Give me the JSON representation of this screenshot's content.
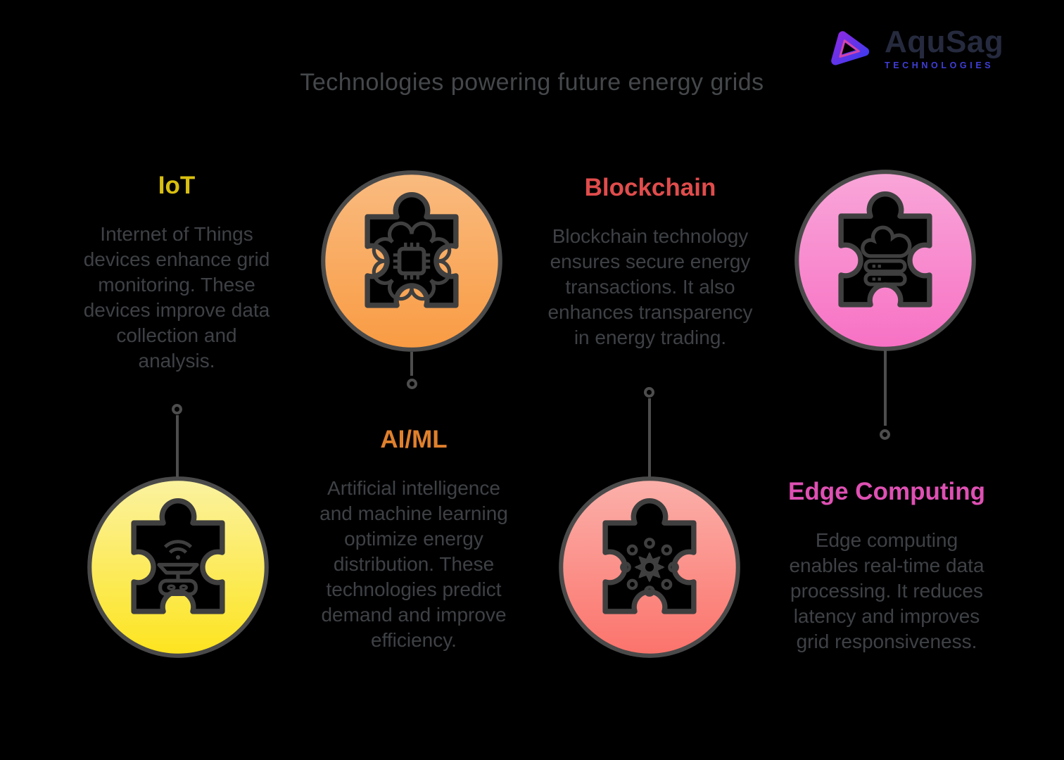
{
  "page": {
    "title": "Technologies powering future energy grids",
    "background_color": "#000000"
  },
  "logo": {
    "name": "AquSag",
    "subtitle": "TECHNOLOGIES",
    "name_color": "#262A3E",
    "subtitle_color": "#3F3ED8",
    "mark": "aqusag-triangle-mark",
    "mark_gradient": {
      "from": "#8A2BE2",
      "to": "#3B3BEF",
      "accent": "#E8489E"
    }
  },
  "sections": [
    {
      "id": "iot",
      "heading": "IoT",
      "heading_color": "#D9BF10",
      "body": "Internet of Things\ndevices enhance grid\nmonitoring. These\ndevices improve data\ncollection and\nanalysis.",
      "icon": "iot-device-icon",
      "circle_gradient": {
        "top": "#FBF2A0",
        "bottom": "#FDE41E"
      }
    },
    {
      "id": "ai-ml",
      "heading": "AI/ML",
      "heading_color": "#E0802D",
      "body": "Artificial intelligence\nand machine learning\noptimize energy\ndistribution. These\ntechnologies predict\ndemand and improve\nefficiency.",
      "icon": "ai-chip-icon",
      "circle_gradient": {
        "top": "#F9BB80",
        "bottom": "#F99B43"
      }
    },
    {
      "id": "blockchain",
      "heading": "Blockchain",
      "heading_color": "#E04C4C",
      "body": "Blockchain technology\nensures secure energy\ntransactions. It also\nenhances transparency\nin energy trading.",
      "icon": "distributed-network-icon",
      "circle_gradient": {
        "top": "#FBB0AA",
        "bottom": "#FB736B"
      }
    },
    {
      "id": "edge-computing",
      "heading": "Edge Computing",
      "heading_color": "#DE50B3",
      "body": "Edge computing\nenables real-time data\nprocessing. It reduces\nlatency and improves\ngrid responsiveness.",
      "icon": "cloud-server-icon",
      "circle_gradient": {
        "top": "#F9A6D9",
        "bottom": "#F771C4"
      }
    }
  ],
  "styles": {
    "title_color": "#45484B",
    "body_color": "#3E4145",
    "outline_color": "#3F3F3F",
    "circle_border_color": "#4A4A4A",
    "connector_color": "#4D4D4D"
  }
}
